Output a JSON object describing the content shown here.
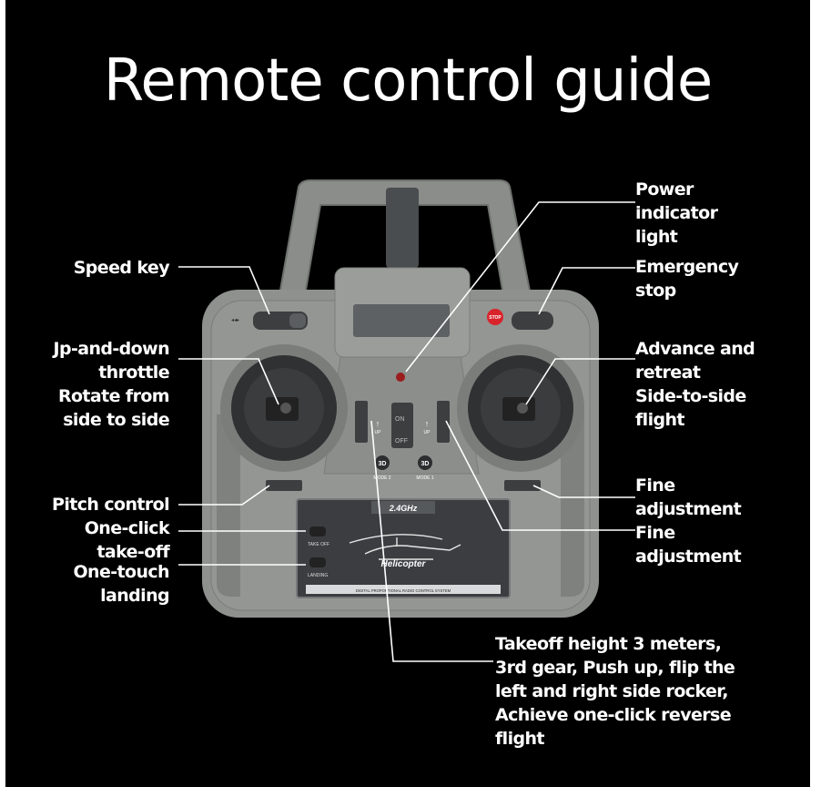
{
  "title": "Remote control guide",
  "labels": {
    "speed_key": [
      "Speed key"
    ],
    "throttle": [
      "Jp-and-down",
      "throttle",
      "Rotate from",
      "side to side"
    ],
    "pitch": [
      "Pitch control"
    ],
    "takeoff": [
      "One-click",
      "take-off"
    ],
    "landing": [
      "One-touch",
      "landing"
    ],
    "power": [
      "Power",
      "indicator",
      "light"
    ],
    "emergency": [
      "Emergency",
      "stop"
    ],
    "advance": [
      "Advance and",
      "retreat",
      "Side-to-side",
      "flight"
    ],
    "fine1": [
      "Fine",
      "adjustment"
    ],
    "fine2": [
      "Fine",
      "adjustment"
    ],
    "note": [
      "Takeoff height 3 meters,",
      "3rd gear, Push up, flip the",
      "left and right side rocker,",
      "Achieve one-click reverse",
      "flight"
    ]
  },
  "device": {
    "band": "2.4GHz",
    "model": "Helicopter",
    "system": "DIGITAL PROPORTIONAL RADIO CONTROL SYSTEM",
    "stop": "STOP",
    "takeoff_btn": "TAKE OFF",
    "landing_btn": "LANDING",
    "mode2": "MODE 2",
    "mode1": "MODE 1",
    "mode_icon": "3D",
    "up": "UP",
    "on": "ON",
    "off": "OFF"
  },
  "colors": {
    "background": "#000000",
    "body": "#8e918e",
    "panel": "#3b3d41",
    "stop": "#d8232a",
    "led": "#9a1c1c"
  }
}
